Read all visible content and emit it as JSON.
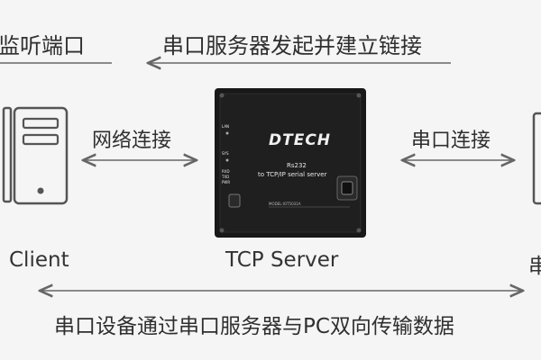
{
  "labels": {
    "top_left": "监听端口",
    "top_arrow": "串口服务器发起并建立链接",
    "net_link": "网络连接",
    "serial_link": "串口连接",
    "client": "Client",
    "tcp_server": "TCP Server",
    "right_cut": "串",
    "bottom": "串口设备通过串口服务器与PC双向传输数据"
  },
  "device": {
    "brand": "DTECH",
    "model_line1": "Rs232",
    "model_line2": "to TCP/IP serial server",
    "model_no": "MODEL:IOT5031A",
    "led_lan": "LAN",
    "led_sys": "SYS",
    "led_rxd": "RXD",
    "led_txd": "TXD",
    "led_pwr": "PWR"
  },
  "colors": {
    "line": "#555555",
    "bg": "#f5f5f5",
    "device": "#141414"
  }
}
